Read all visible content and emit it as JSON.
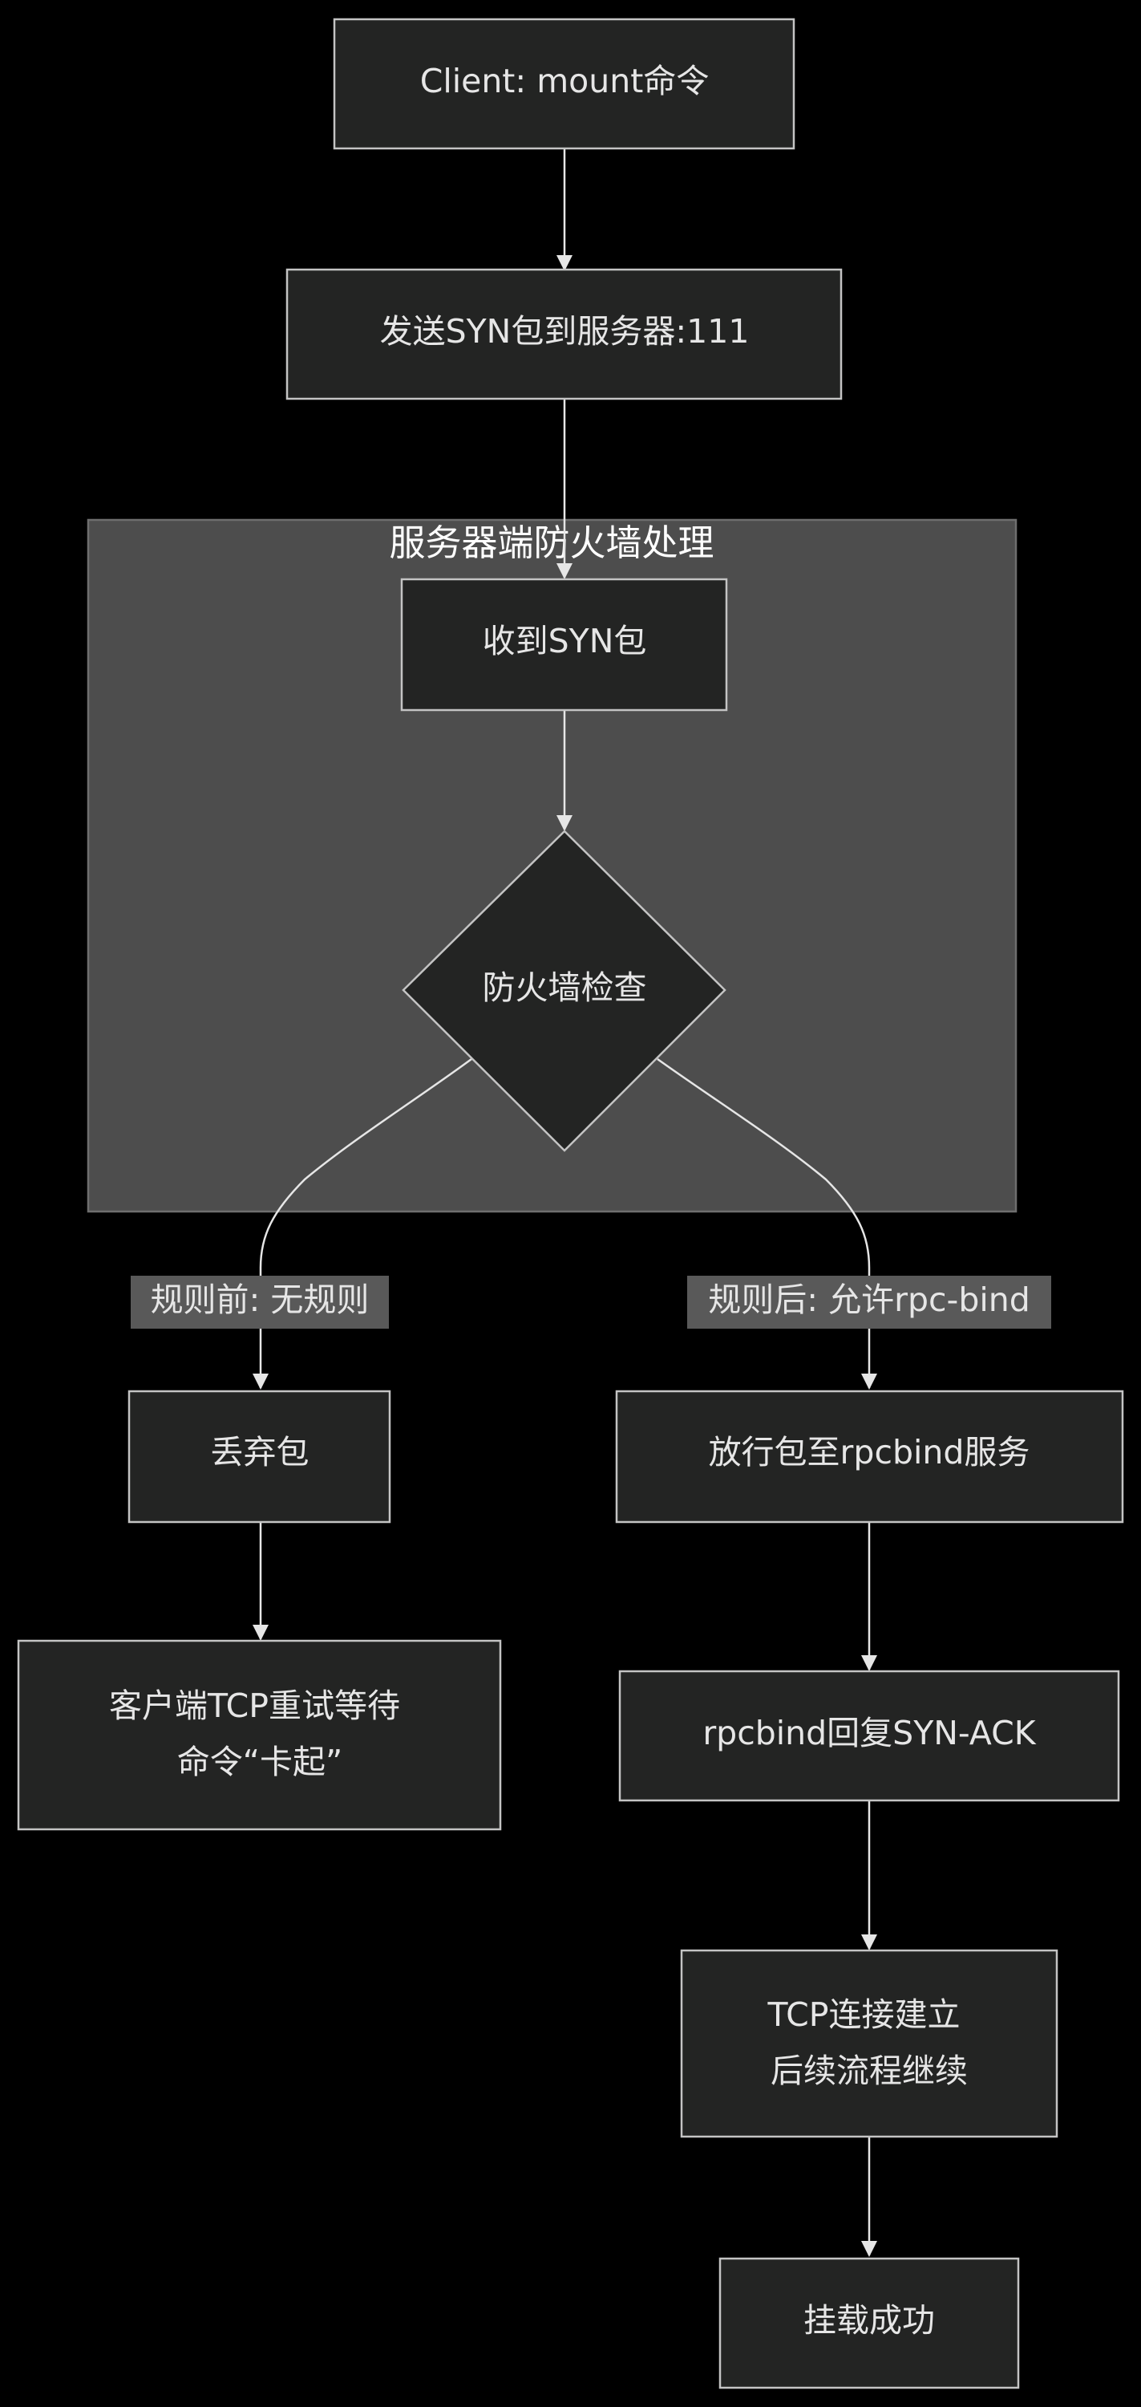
{
  "colors": {
    "background": "#000000",
    "node_fill": "#232423",
    "node_stroke": "#c4c4c4",
    "cluster_fill": "#4d4d4d",
    "edge": "#e6e6e6",
    "text": "#e6e6e6",
    "edge_label_bg": "#595959"
  },
  "cluster": {
    "title": "服务器端防火墙处理"
  },
  "nodes": {
    "client_mount": [
      "Client: mount命令"
    ],
    "send_syn": [
      "发送SYN包到服务器:111"
    ],
    "receive_syn": [
      "收到SYN包"
    ],
    "firewall_check": [
      "防火墙检查"
    ],
    "drop_packet": [
      "丢弃包"
    ],
    "client_wait": [
      "客户端TCP重试等待",
      "命令“卡起”"
    ],
    "allow_packet": [
      "放行包至rpcbind服务"
    ],
    "rpcbind_reply": [
      "rpcbind回复SYN-ACK"
    ],
    "tcp_established": [
      "TCP连接建立",
      "后续流程继续"
    ],
    "mount_success": [
      "挂载成功"
    ]
  },
  "edge_labels": {
    "before_rules": "规则前: 无规则",
    "after_rules": "规则后: 允许rpc-bind"
  }
}
